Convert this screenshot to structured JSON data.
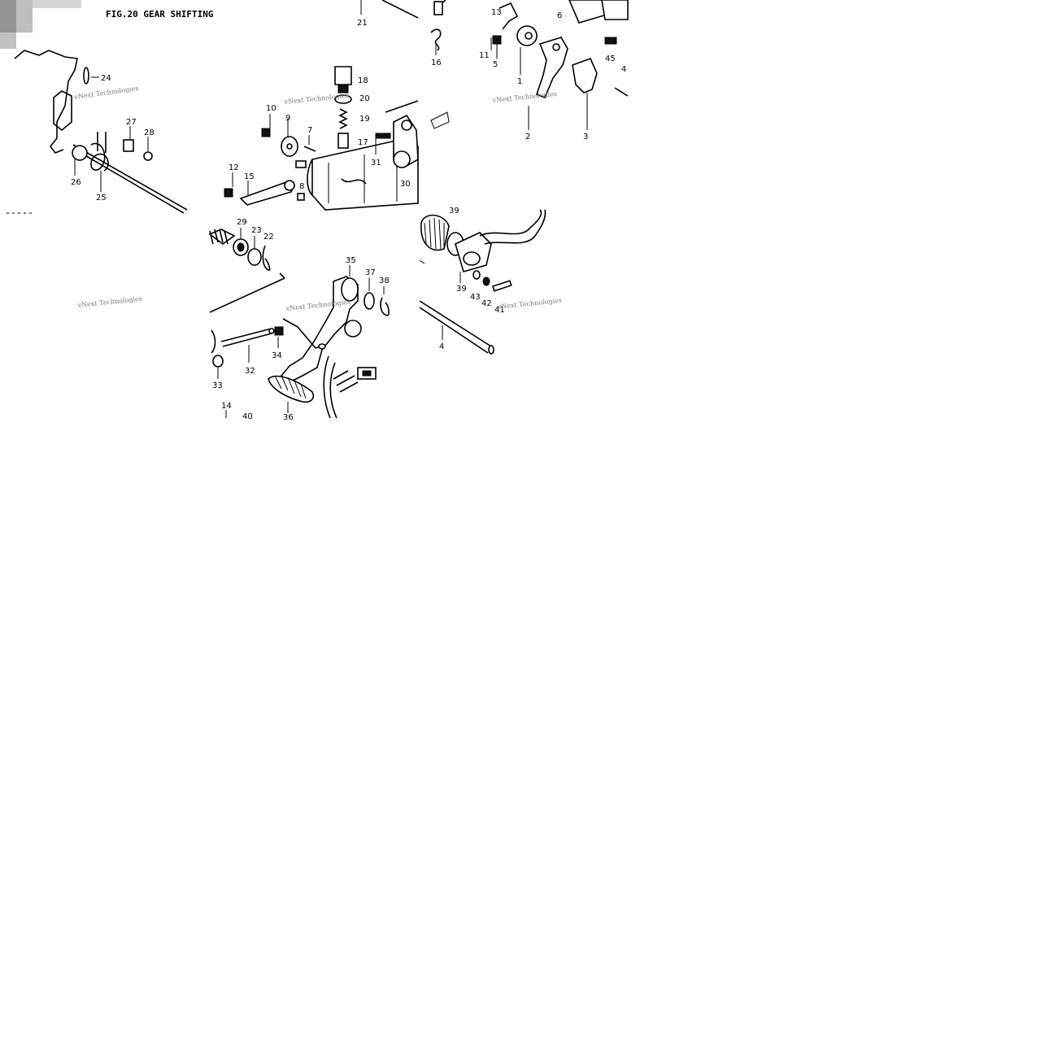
{
  "figure": {
    "title": "FIG.20  GEAR SHIFTING",
    "watermark": "vNext Technologies"
  },
  "labels": {
    "l1": "1",
    "l2": "2",
    "l3": "3",
    "l4": "4",
    "l5": "5",
    "l6": "6",
    "l7": "7",
    "l8": "8",
    "l9": "9",
    "l10": "10",
    "l11": "11",
    "l12": "12",
    "l13": "13",
    "l14": "14",
    "l15": "15",
    "l16": "16",
    "l17": "17",
    "l18": "18",
    "l19": "19",
    "l20": "20",
    "l21": "21",
    "l22": "22",
    "l23": "23",
    "l24": "24",
    "l25": "25",
    "l26": "26",
    "l27": "27",
    "l28": "28",
    "l29": "29",
    "l30": "30",
    "l31": "31",
    "l32": "32",
    "l33": "33",
    "l34": "34",
    "l35": "35",
    "l36": "36",
    "l37": "37",
    "l38": "38",
    "l39": "39",
    "l40": "40",
    "l41": "41",
    "l42": "42",
    "l43": "43",
    "l45": "45"
  }
}
